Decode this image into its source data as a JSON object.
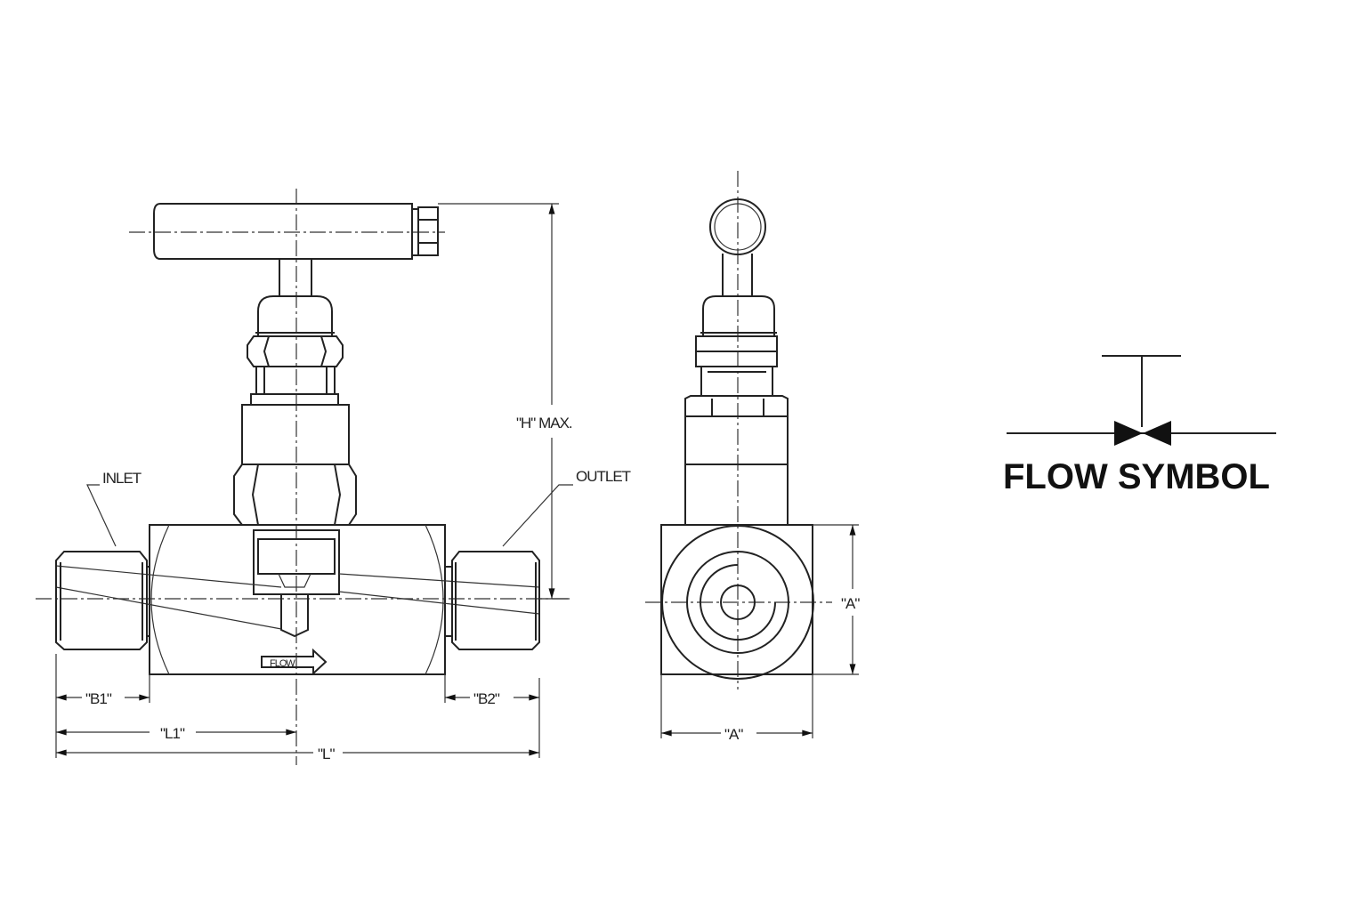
{
  "front_view": {
    "inlet_label": "INLET",
    "outlet_label": "OUTLET",
    "height_label": "\"H\" MAX.",
    "flow_arrow_label": "FLOW",
    "dim_b1": "\"B1\"",
    "dim_b2": "\"B2\"",
    "dim_l1": "\"L1\"",
    "dim_l": "\"L\""
  },
  "side_view": {
    "dim_a_vertical": "\"A\"",
    "dim_a_horizontal": "\"A\""
  },
  "flow_symbol": {
    "title": "FLOW SYMBOL"
  }
}
